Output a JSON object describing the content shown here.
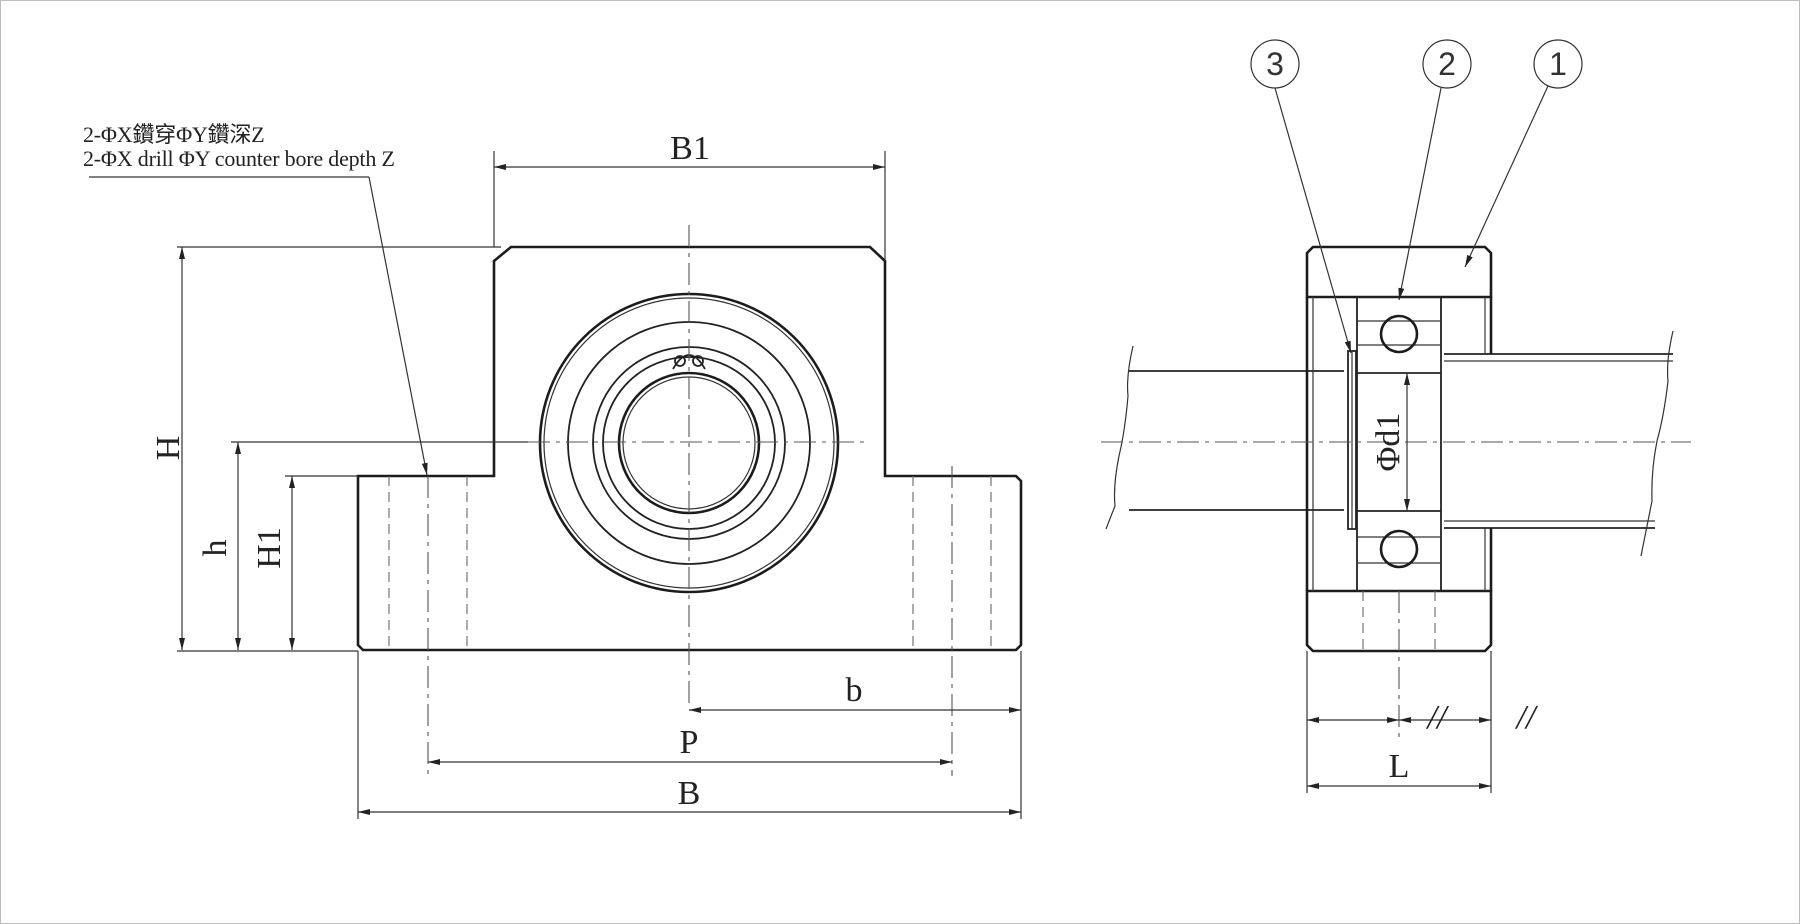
{
  "note": {
    "line1": "2-ΦX鑽穿ΦY鑽深Z",
    "line2": "2-ΦX drill ΦY counter bore depth Z"
  },
  "dims": {
    "B1": "B1",
    "H": "H",
    "h": "h",
    "H1": "H1",
    "b": "b",
    "P": "P",
    "B": "B",
    "d1": "Φd1",
    "L": "L",
    "break": "//"
  },
  "parts": [
    "3",
    "2",
    "1"
  ]
}
